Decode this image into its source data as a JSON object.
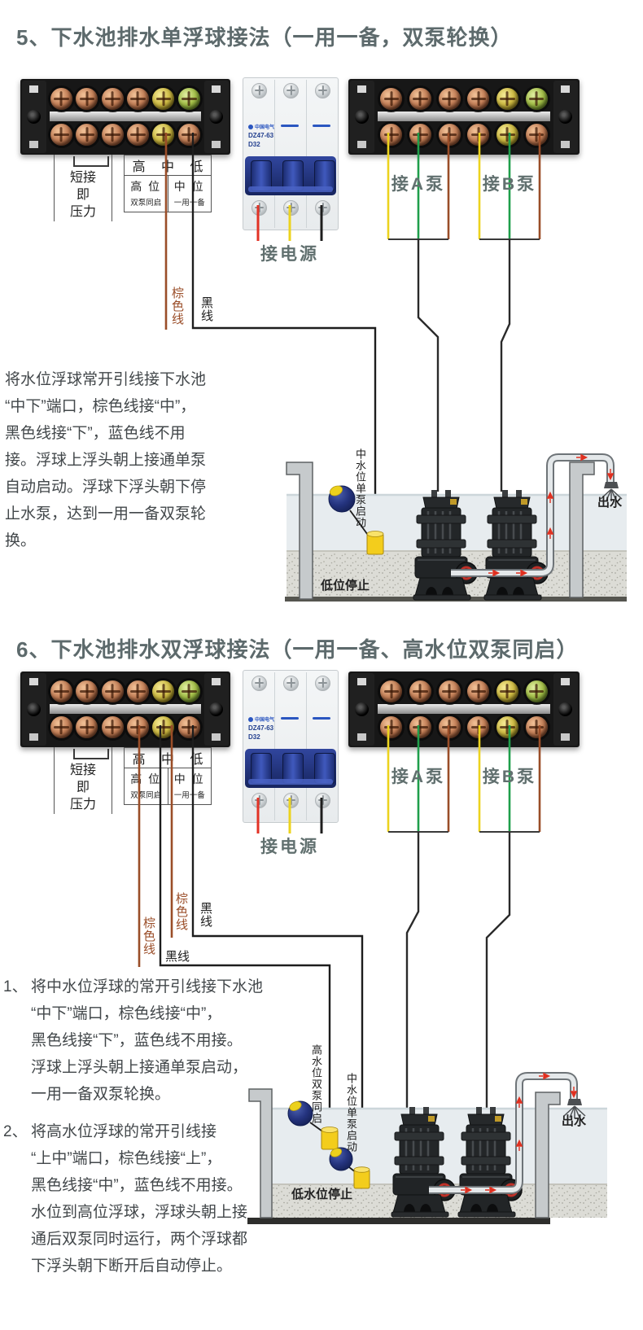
{
  "colors": {
    "title_gray": "#5d6a6c",
    "brown_wire": "#9a4d28",
    "black_wire": "#1d1d1d",
    "red_wire": "#e23225",
    "yellow_wire": "#ecd31e",
    "green_wire": "#1f9e4b",
    "breaker_blue": "#2a56c0",
    "pump_red_accent": "#c03028",
    "float_yellow": "#f3cd1c",
    "float_blue": "#24337e"
  },
  "terminal_labels": {
    "jumper": "短接\n即\n压力",
    "level_high": "高",
    "level_mid": "中",
    "level_low": "低",
    "high_pos_line1": "高 位",
    "high_pos_line2": "双泵同启",
    "mid_pos_line1": "中 位",
    "mid_pos_line2": "一用一备"
  },
  "breaker": {
    "brand": "中国电气",
    "model": "DZ47-63",
    "rating": "D32",
    "power_label": "接电源"
  },
  "pump_labels": {
    "pump_a": "接A泵",
    "pump_b": "接B泵"
  },
  "wire_labels": {
    "brown": "棕色线",
    "black": "黑线"
  },
  "section5": {
    "title": "5、下水池排水单浮球接法（一用一备，双泵轮换）",
    "description": "将水位浮球常开引线接下水池\n“中下”端口，棕色线接“中”，\n黑色线接“下”，蓝色线不用\n接。浮球上浮头朝上接通单泵\n自动启动。浮球下浮头朝下停\n止水泵，达到一用一备双泵轮\n换。",
    "tank": {
      "float_label": "中水位单泵启动",
      "low_stop_label": "低位停止",
      "outlet_label": "出水"
    }
  },
  "section6": {
    "title": "6、下水池排水双浮球接法（一用一备、高水位双泵同启）",
    "steps": [
      {
        "num": "1、",
        "text": "将中水位浮球的常开引线接下水池\n“中下”端口，棕色线接“中”，\n黑色线接“下”，蓝色线不用接。\n浮球上浮头朝上接通单泵启动，\n一用一备双泵轮换。"
      },
      {
        "num": "2、",
        "text": "将高水位浮球的常开引线接\n“上中”端口，棕色线接“上”，\n黑色线接“中”，蓝色线不用接。\n水位到高位浮球，浮球头朝上接\n通后双泵同时运行，两个浮球都\n下浮头朝下断开后自动停止。"
      }
    ],
    "tank": {
      "high_float_label": "高水位双泵同启",
      "mid_float_label": "中水位单泵启动",
      "low_stop_label": "低水位停止",
      "outlet_label": "出水"
    }
  }
}
